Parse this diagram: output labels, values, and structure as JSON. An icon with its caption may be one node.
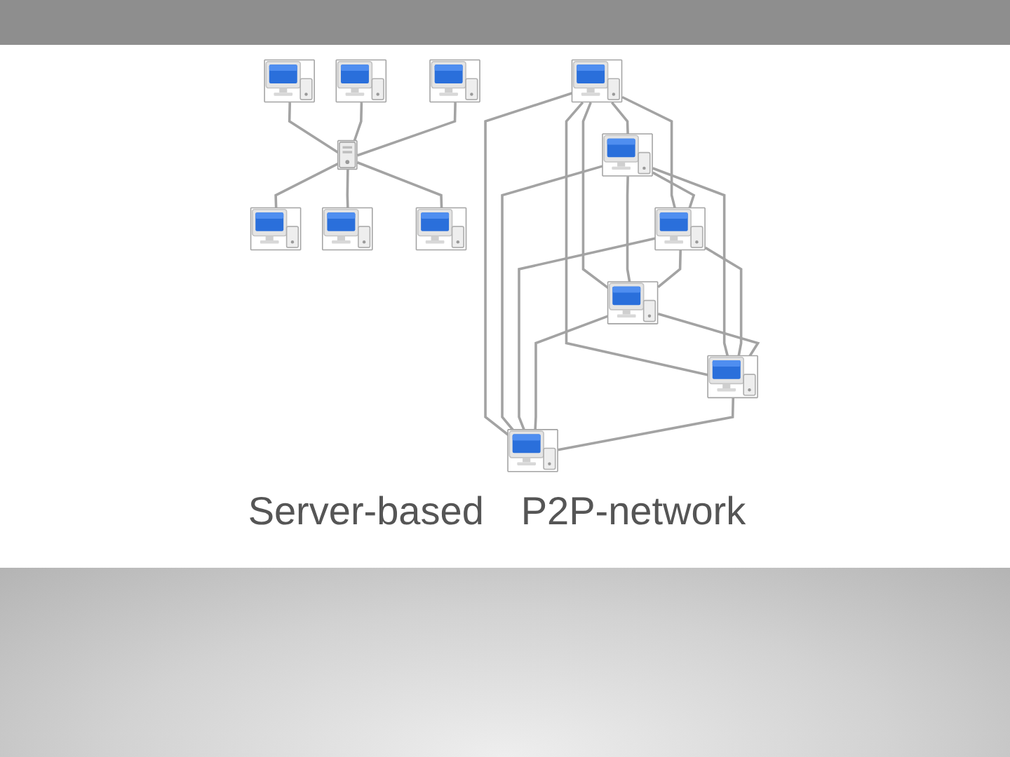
{
  "diagram": {
    "nodes": [
      {
        "text": [],
        "shape": "computer"
      },
      {
        "text": [],
        "shape": "computer"
      },
      {
        "text": [],
        "shape": "computer"
      },
      {
        "text": [],
        "shape": "server"
      },
      {
        "text": [],
        "shape": "computer"
      },
      {
        "text": [],
        "shape": "computer"
      },
      {
        "text": [],
        "shape": "computer"
      },
      {
        "text": [],
        "shape": "computer"
      },
      {
        "text": [],
        "shape": "computer"
      },
      {
        "text": [],
        "shape": "computer"
      },
      {
        "text": [],
        "shape": "computer"
      },
      {
        "text": [],
        "shape": "computer"
      },
      {
        "text": [],
        "shape": "computer"
      }
    ],
    "edges": [
      {
        "from": 0,
        "to": 3,
        "arrow": "none"
      },
      {
        "from": 1,
        "to": 3,
        "arrow": "none"
      },
      {
        "from": 2,
        "to": 3,
        "arrow": "none"
      },
      {
        "from": 3,
        "to": 4,
        "arrow": "none"
      },
      {
        "from": 3,
        "to": 5,
        "arrow": "none"
      },
      {
        "from": 3,
        "to": 6,
        "arrow": "none"
      },
      {
        "from": 7,
        "to": 8,
        "arrow": "none"
      },
      {
        "from": 7,
        "to": 9,
        "arrow": "none"
      },
      {
        "from": 7,
        "to": 10,
        "arrow": "none"
      },
      {
        "from": 7,
        "to": 11,
        "arrow": "none"
      },
      {
        "from": 7,
        "to": 12,
        "arrow": "none"
      },
      {
        "from": 8,
        "to": 9,
        "arrow": "none"
      },
      {
        "from": 8,
        "to": 10,
        "arrow": "none"
      },
      {
        "from": 8,
        "to": 11,
        "arrow": "none"
      },
      {
        "from": 8,
        "to": 12,
        "arrow": "none"
      },
      {
        "from": 9,
        "to": 10,
        "arrow": "none"
      },
      {
        "from": 9,
        "to": 11,
        "arrow": "none"
      },
      {
        "from": 9,
        "to": 12,
        "arrow": "none"
      },
      {
        "from": 10,
        "to": 11,
        "arrow": "none"
      },
      {
        "from": 10,
        "to": 12,
        "arrow": "none"
      },
      {
        "from": 11,
        "to": 12,
        "arrow": "none"
      }
    ],
    "labels": [
      "Server-based",
      "P2P-network"
    ]
  }
}
